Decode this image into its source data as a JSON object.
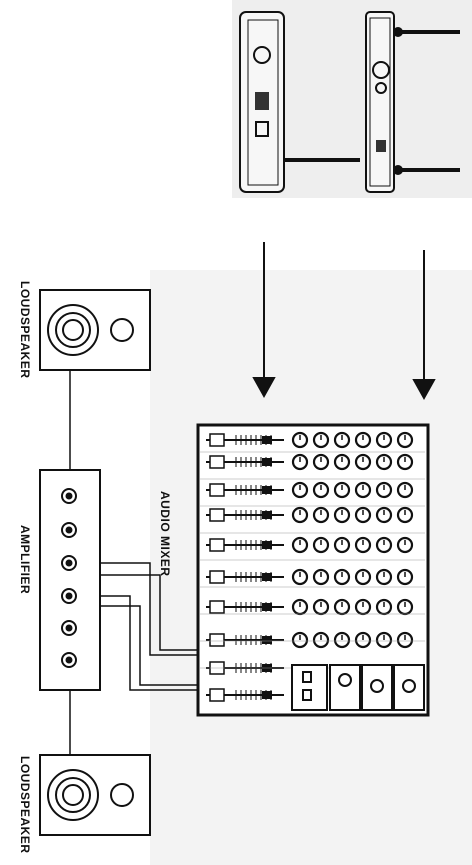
{
  "labels": {
    "loudspeaker_top": "LOUDSPEAKER",
    "amplifier": "AMPLIFIER",
    "loudspeaker_bottom": "LOUDSPEAKER",
    "audio_mixer": "AUDIO MIXER"
  },
  "colors": {
    "ink": "#111111",
    "panel": "#f2f2f2",
    "shade": "#e6e6e6"
  }
}
